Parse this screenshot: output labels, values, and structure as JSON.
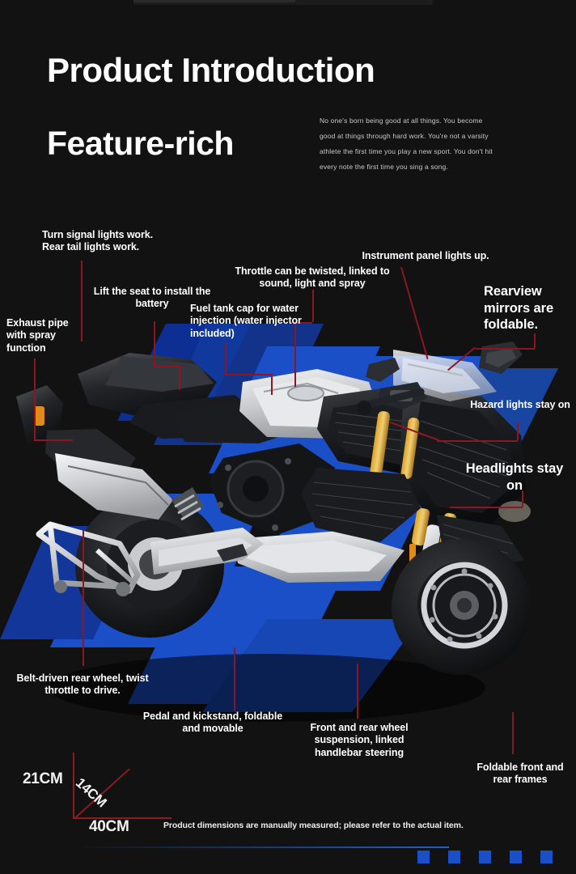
{
  "header": {
    "title": "Product Introduction",
    "subtitle": "Feature-rich",
    "intro_paragraph": "No one's born being good at all things. You become good at things through hard work. You're not a varsity athlete the first time you play a new sport. You don't hit every note the first time you sing a song."
  },
  "callouts": [
    {
      "id": "turn-signal",
      "text": "Turn signal lights work. Rear tail lights work."
    },
    {
      "id": "exhaust-pipe",
      "text": "Exhaust pipe with spray function"
    },
    {
      "id": "lift-seat",
      "text": "Lift the seat to install the battery"
    },
    {
      "id": "fuel-tank-cap",
      "text": "Fuel tank cap for water injection (water injector included)"
    },
    {
      "id": "throttle",
      "text": "Throttle can be twisted, linked to sound, light and spray"
    },
    {
      "id": "instrument-panel",
      "text": "Instrument panel lights up."
    },
    {
      "id": "rearview-mirrors",
      "text": "Rearview mirrors are foldable."
    },
    {
      "id": "hazard-lights",
      "text": "Hazard lights stay on"
    },
    {
      "id": "headlights",
      "text": "Headlights stay on"
    },
    {
      "id": "belt-driven",
      "text": "Belt-driven rear wheel, twist throttle to drive."
    },
    {
      "id": "pedal-kickstand",
      "text": "Pedal and kickstand, foldable and movable"
    },
    {
      "id": "suspension",
      "text": "Front and rear wheel suspension, linked handlebar steering"
    },
    {
      "id": "foldable-frames",
      "text": "Foldable front and rear frames"
    }
  ],
  "dimensions": {
    "height_label": "21CM",
    "depth_label": "14CM",
    "width_label": "40CM",
    "disclaimer": "Product dimensions are manually measured; please refer to the actual item."
  },
  "colors": {
    "background": "#121212",
    "accent_blue": "#1a4fc8",
    "deep_blue": "#0d2f93",
    "leader_red": "#8c1622",
    "text": "#ffffff"
  },
  "footer": {
    "square_count": 5
  }
}
